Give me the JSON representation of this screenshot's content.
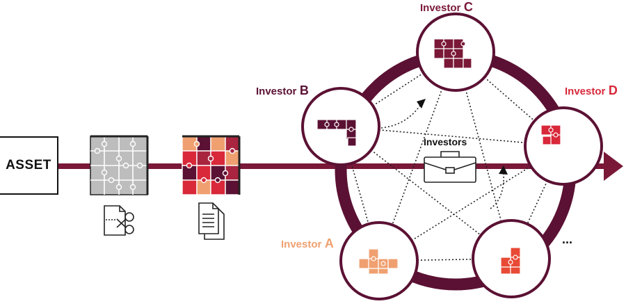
{
  "asset": {
    "label": "ASSET"
  },
  "center": {
    "label": "Investors"
  },
  "investors": [
    {
      "word": "Investor",
      "letter": "A",
      "color": "#F0A070"
    },
    {
      "word": "Investor",
      "letter": "B",
      "color": "#5B1133"
    },
    {
      "word": "Investor",
      "letter": "C",
      "color": "#7A1838"
    },
    {
      "word": "Investor",
      "letter": "D",
      "color": "#D8283A"
    }
  ],
  "more": "...",
  "colors": {
    "ring": "#5B1133",
    "arrow": "#7A1838",
    "grey_puzzle": "#BDBDBD",
    "dark": "#5B1133",
    "red": "#D8283A",
    "peach": "#F0A070",
    "crimson": "#A8243F"
  },
  "icons": [
    "scissors-document-icon",
    "documents-icon",
    "briefcase-icon",
    "puzzle-icon"
  ]
}
